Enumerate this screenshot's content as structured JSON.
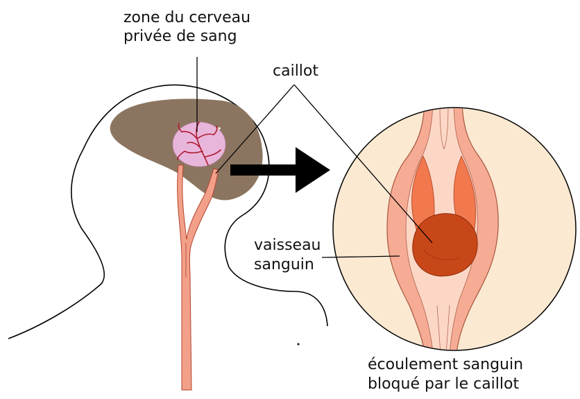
{
  "labels": {
    "zone_line1": "zone du cerveau",
    "zone_line2": "privée de sang",
    "caillot": "caillot",
    "vaisseau_line1": "vaisseau",
    "vaisseau_line2": "sanguin",
    "ecoulement_line1": "écoulement sanguin",
    "ecoulement_line2": "bloqué par le caillot"
  },
  "colors": {
    "brain": "#8c7560",
    "ischemic_zone": "#e8b6da",
    "artery_fill": "#f2a08a",
    "artery_stroke": "#b3432e",
    "capillary": "#b01830",
    "magnifier_fill": "#fbe9d2",
    "vessel_wall": "#f5ab94",
    "vessel_inner": "#fcd7c6",
    "vessel_lobe": "#f2784e",
    "clot": "#c84718",
    "clot_dark": "#a5300c",
    "arrow": "#000000",
    "line": "#000000"
  },
  "icons": {
    "arrow": "right-arrow-icon"
  }
}
